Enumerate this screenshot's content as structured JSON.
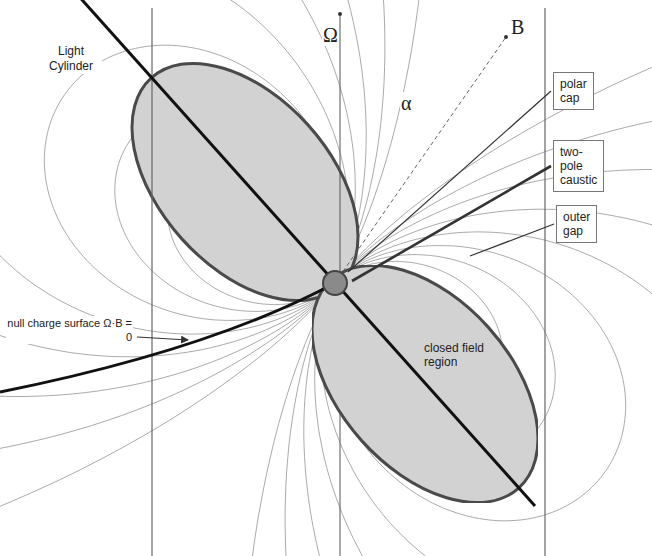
{
  "diagram": {
    "nodes": [
      {
        "text": [
          "polar cap"
        ]
      },
      {
        "text": [
          "two-pole caustic"
        ]
      },
      {
        "text": [
          "outer gap"
        ]
      },
      {
        "text": [
          "closed field region"
        ]
      }
    ],
    "labels": [
      "Light Cylinder",
      "Ω",
      "α",
      "B",
      "null charge surface Ω·B = 0"
    ]
  }
}
